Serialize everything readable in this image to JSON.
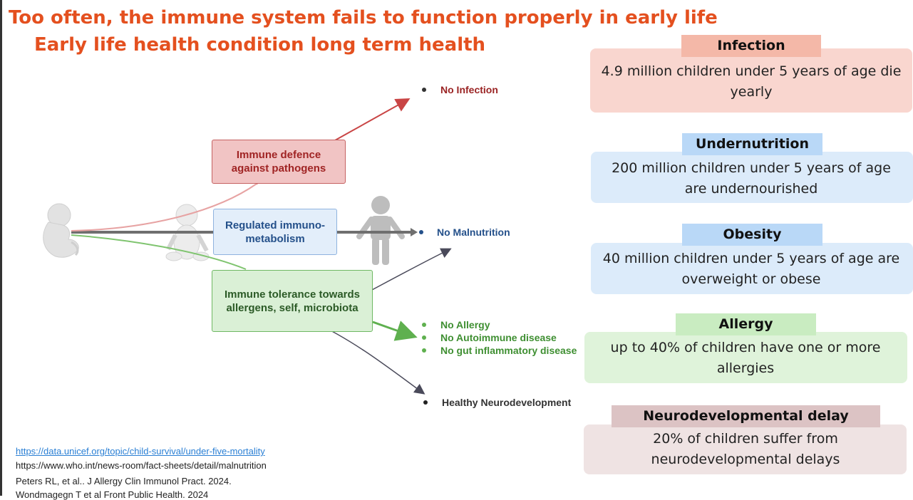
{
  "title": {
    "line1": "Too often, the immune system fails to function properly in early life",
    "line2": "Early life health condition long term health"
  },
  "boxes": {
    "defence": "Immune defence against pathogens",
    "metabolism": "Regulated immuno-metabolism",
    "tolerance": "Immune tolerance towards allergens, self, microbiota"
  },
  "outcomes": {
    "no_infection": "No Infection",
    "no_malnutrition": "No Malnutrition",
    "no_allergy": "No Allergy",
    "no_autoimmune": "No Autoimmune disease",
    "no_gut": "No gut inflammatory disease",
    "neuro": "Healthy Neurodevelopment"
  },
  "cards": {
    "infection": {
      "head": "Infection",
      "body": "4.9 million children under 5 years of age die yearly"
    },
    "undernutrition": {
      "head": "Undernutrition",
      "body": "200 million children under 5 years of age are undernourished"
    },
    "obesity": {
      "head": "Obesity",
      "body": "40 million children under 5 years of age are overweight or obese"
    },
    "allergy": {
      "head": "Allergy",
      "body": "up to 40% of children have one or more allergies"
    },
    "neuro": {
      "head": "Neurodevelopmental delay",
      "body": "20% of children suffer from neurodevelopmental delays"
    }
  },
  "references": [
    "https://data.unicef.org/topic/child-survival/under-five-mortality",
    "https://www.who.int/news-room/fact-sheets/detail/malnutrition",
    "Peters RL, et al.. J Allergy Clin Immunol Pract. 2024.",
    "Wondmagegn T et al Front Public Health. 2024"
  ],
  "colors": {
    "title": "#e4501f",
    "red": "#c94545",
    "blue": "#24508a",
    "green": "#5fb04f",
    "dark": "#4a4a5a"
  },
  "icons": [
    "fetus-icon",
    "baby-icon",
    "child-icon"
  ]
}
